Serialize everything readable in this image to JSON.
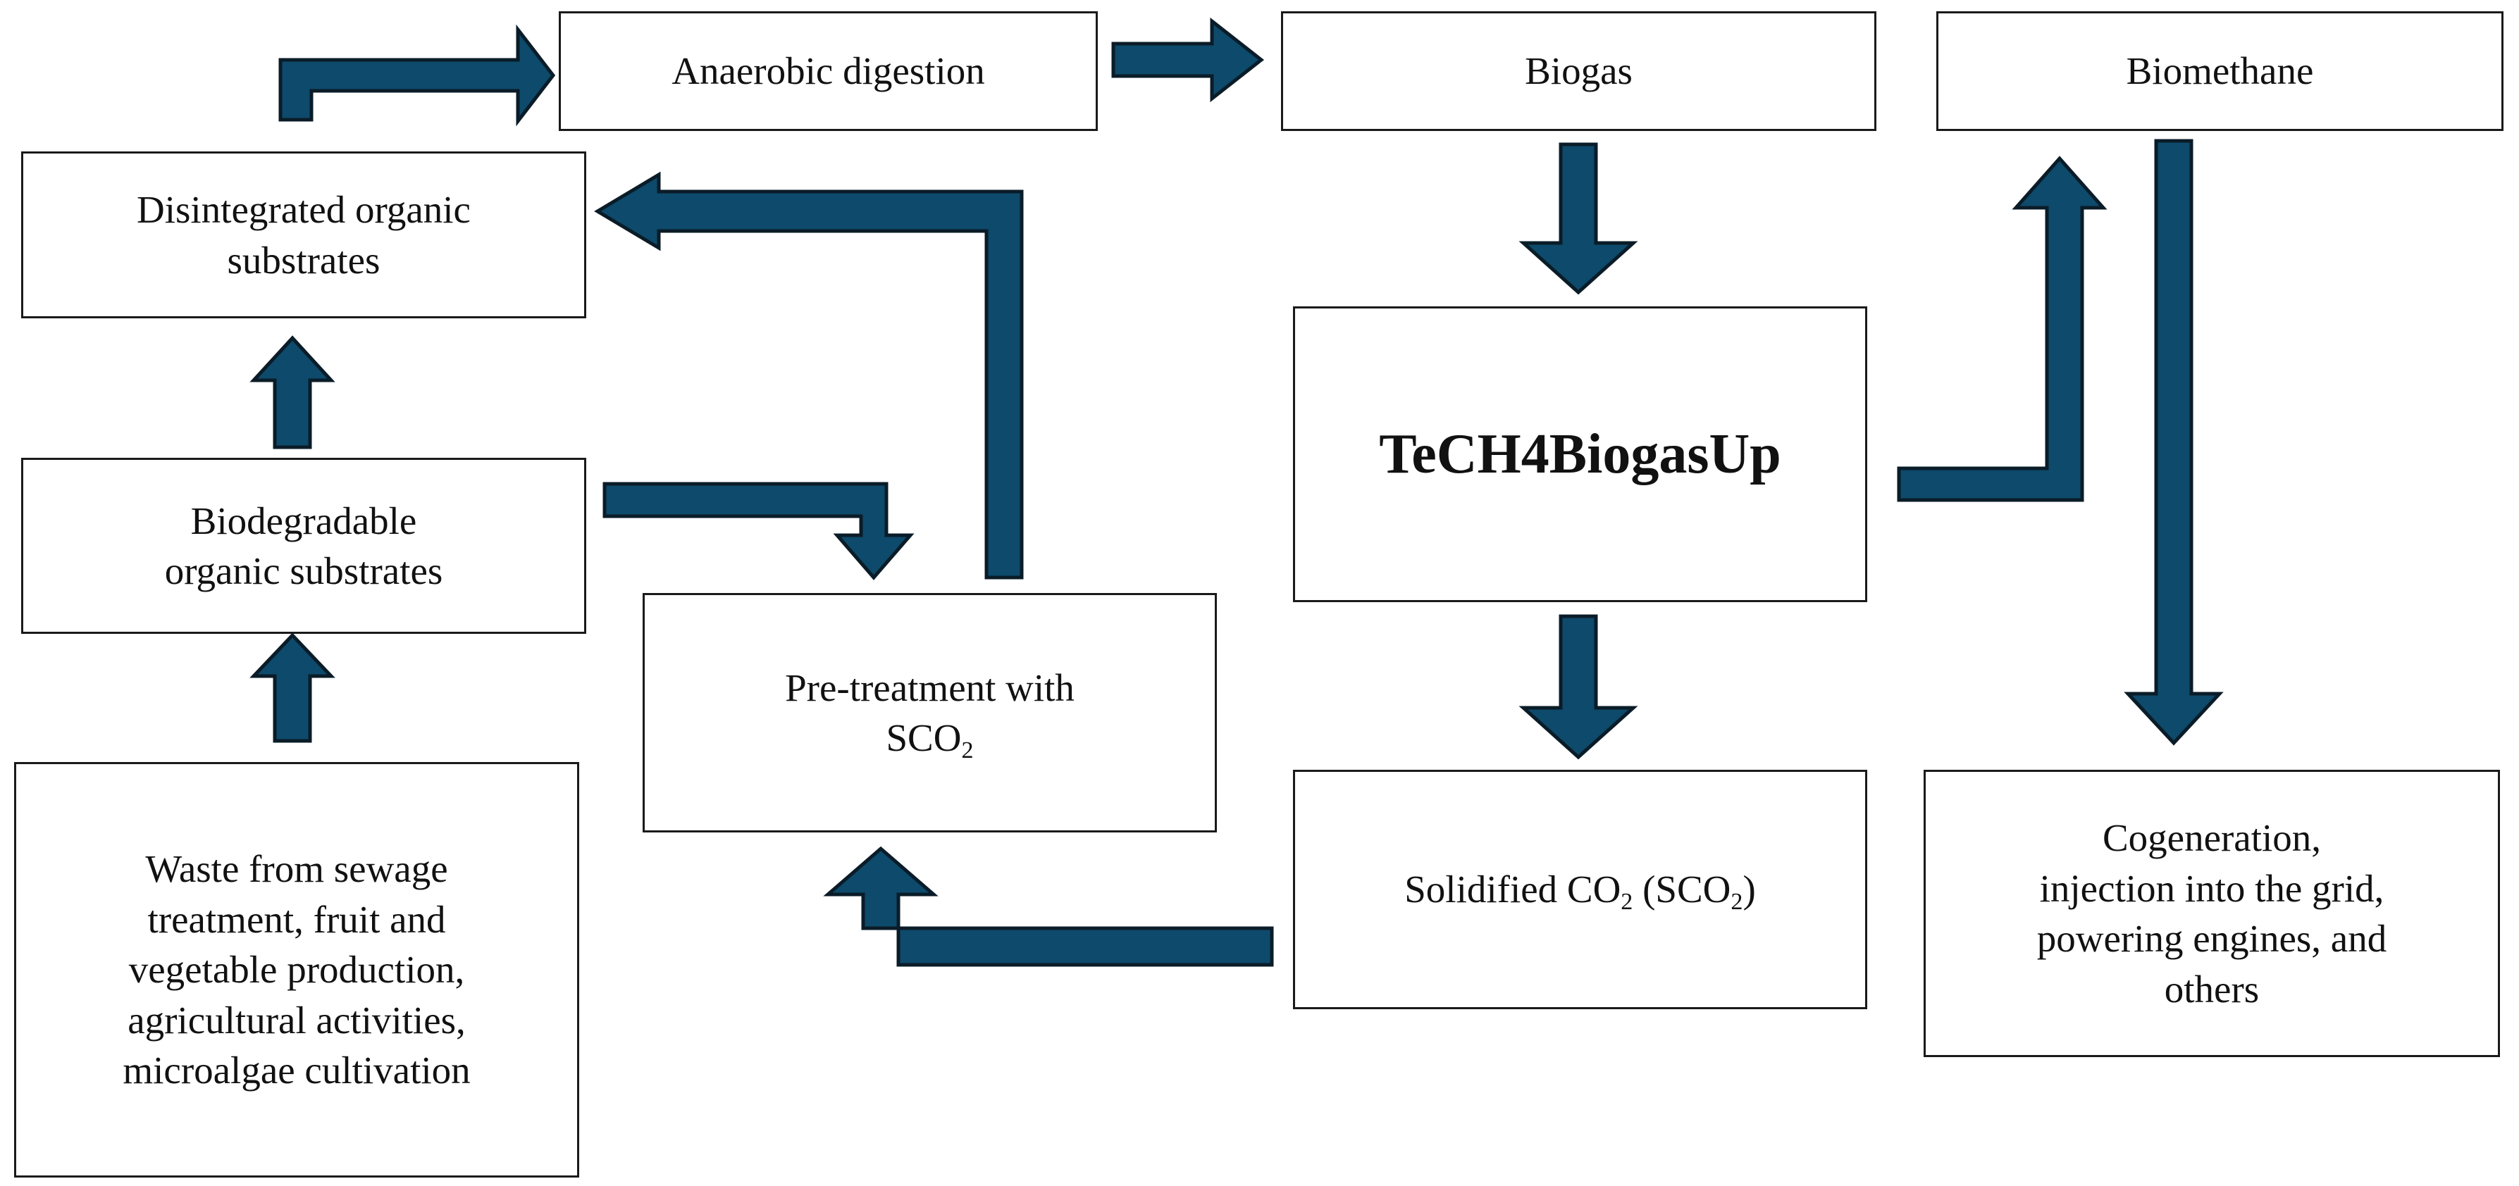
{
  "diagram": {
    "nodes": {
      "anaerobic_digestion": {
        "label": "Anaerobic digestion"
      },
      "biogas": {
        "label": "Biogas"
      },
      "biomethane": {
        "label": "Biomethane"
      },
      "disintegrated": {
        "line1": "Disintegrated organic",
        "line2": "substrates"
      },
      "biodegradable": {
        "line1": "Biodegradable",
        "line2": "organic substrates"
      },
      "pretreatment": {
        "line1": "Pre-treatment with",
        "line2_main": "SCO",
        "line2_sub": "2"
      },
      "tech4": {
        "label": "TeCH4BiogasUp"
      },
      "solidified": {
        "part1": "Solidified CO",
        "sub1": "2",
        "part2": " (SCO",
        "sub2": "2",
        "part3": ")"
      },
      "waste": {
        "lines": [
          "Waste from sewage",
          "treatment, fruit and",
          "vegetable production,",
          "agricultural activities,",
          "microalgae cultivation"
        ]
      },
      "cogeneration": {
        "lines": [
          "Cogeneration,",
          "injection into the grid,",
          "powering engines, and",
          "others"
        ]
      }
    },
    "arrow_color": "#0d4a6b",
    "arrow_outline": "#0a1c28"
  }
}
